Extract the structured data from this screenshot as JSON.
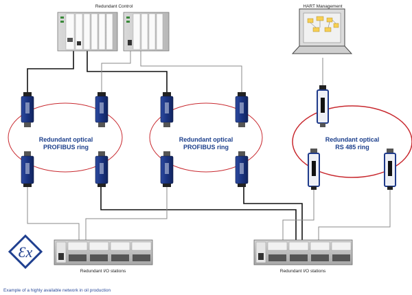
{
  "labels": {
    "redundant_control": "Redundant Control",
    "hart_management": "HART Management",
    "ring1": [
      "Redundant optical",
      "PROFIBUS ring"
    ],
    "ring2": [
      "Redundant optical",
      "PROFIBUS ring"
    ],
    "ring3": [
      "Redundant optical",
      "RS 485 ring"
    ],
    "io_left": "Redundant I/O stations",
    "io_right": "Redundant I/O stations",
    "caption": "Example of a highly available network in oil production"
  },
  "colors": {
    "ring": "#c8282e",
    "ring_text": "#1c3f8c",
    "module_blue": "#1e3a8a",
    "ex_blue": "#1f3f8f",
    "black_cable": "#111111",
    "gray_cable": "#8a8a8a"
  },
  "icons": {
    "ex_symbol": "ex-explosion-protection-icon",
    "laptop": "laptop-icon",
    "plc": "plc-rack-icon"
  }
}
